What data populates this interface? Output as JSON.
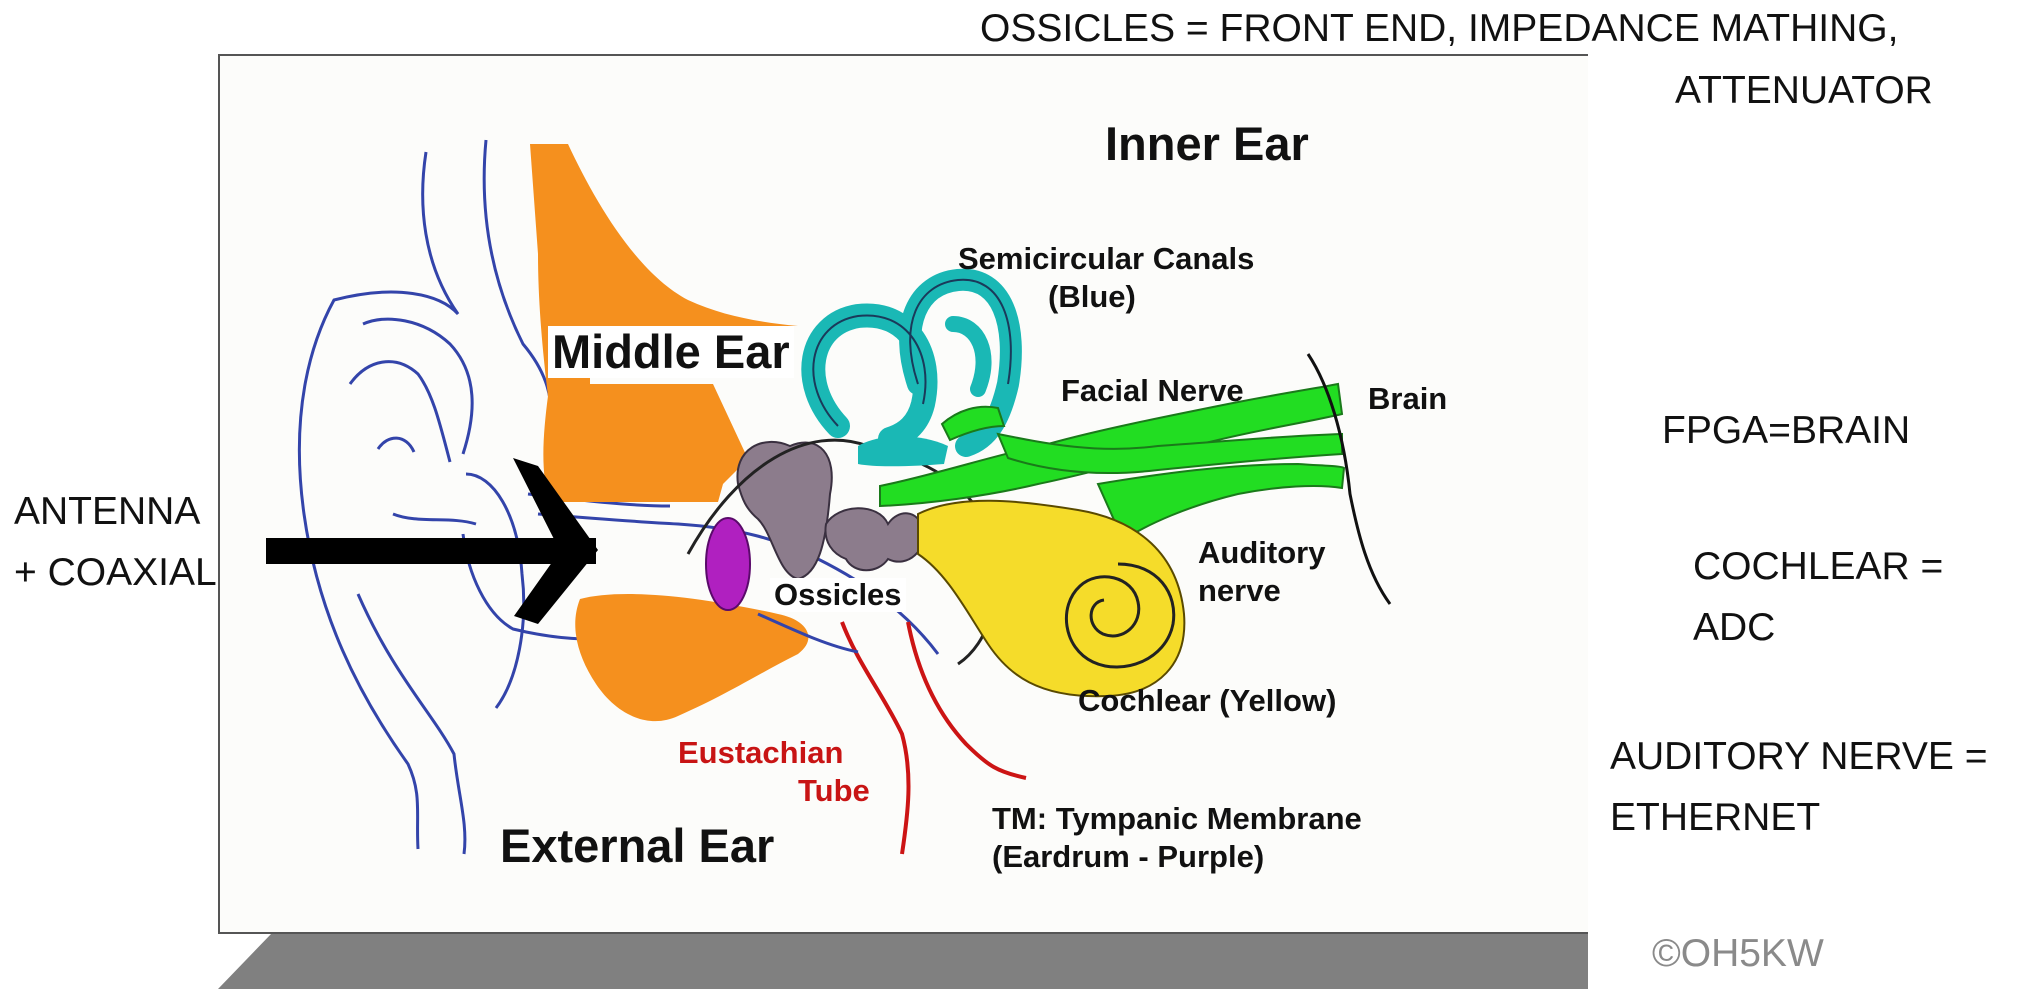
{
  "notes": {
    "top_line1": "OSSICLES = FRONT END, IMPEDANCE MATHING,",
    "top_line2": "ATTENUATOR",
    "antenna_line1": "ANTENNA",
    "antenna_line2": "+ COAXIAL",
    "fpga": "FPGA=BRAIN",
    "cochlear_line1": "COCHLEAR =",
    "cochlear_line2": "ADC",
    "auditory_line1": "AUDITORY NERVE =",
    "auditory_line2": "ETHERNET",
    "copyright": "©OH5KW"
  },
  "diagram": {
    "inner_ear": "Inner Ear",
    "middle_ear": "Middle Ear",
    "external_ear": "External Ear",
    "semicircular_line1": "Semicircular Canals",
    "semicircular_line2": "(Blue)",
    "facial_nerve": "Facial Nerve",
    "brain": "Brain",
    "auditory_line1": "Auditory",
    "auditory_line2": "nerve",
    "ossicles": "Ossicles",
    "cochlear": "Cochlear (Yellow)",
    "eustachian_line1": "Eustachian",
    "eustachian_line2": "Tube",
    "tm_line1": "TM:  Tympanic Membrane",
    "tm_line2": "(Eardrum - Purple)"
  },
  "colors": {
    "bone": "#f5901e",
    "canals": "#1ab8b5",
    "nerve": "#22dd22",
    "cochlea": "#f5dc2a",
    "ossicles": "#8c7c8c",
    "eardrum": "#b020c0",
    "outline": "#3344aa",
    "eustachian": "#cc1414",
    "frame_shadow": "#808080"
  }
}
